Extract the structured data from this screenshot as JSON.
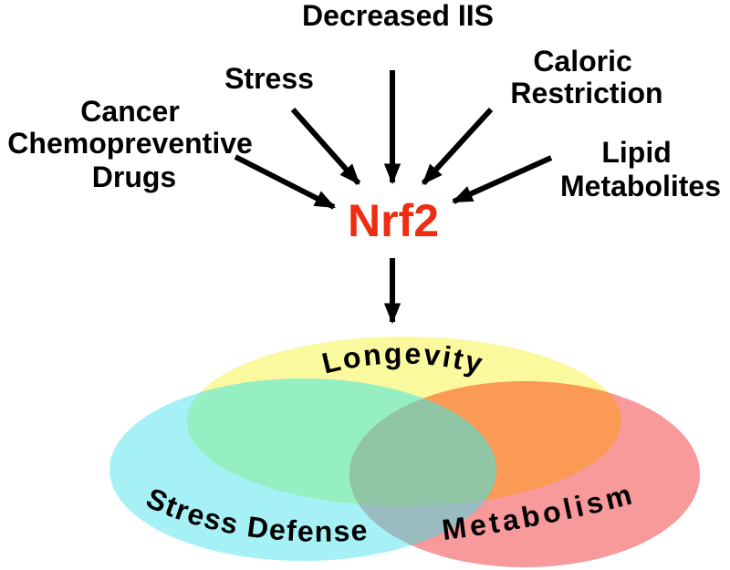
{
  "factors": {
    "decreased_iis": {
      "lines": [
        "Decreased IIS"
      ]
    },
    "stress": {
      "lines": [
        "Stress"
      ]
    },
    "caloric_restriction": {
      "lines": [
        "Caloric",
        "Restriction"
      ]
    },
    "cancer_chemopreventive_drugs": {
      "lines": [
        "Cancer",
        "Chemopreventive",
        "Drugs"
      ]
    },
    "lipid_metabolites": {
      "lines": [
        "Lipid",
        "Metabolites"
      ]
    }
  },
  "center": {
    "label": "Nrf2",
    "color": "#EE2D12"
  },
  "arrows": {
    "color": "#000000"
  },
  "venn": {
    "sets": [
      {
        "id": "longevity",
        "label": "Longevity",
        "color": "#FAF99E"
      },
      {
        "id": "stress_defense",
        "label": "Stress Defense",
        "color": "#A5F1F6"
      },
      {
        "id": "metabolism",
        "label": "Metabolism",
        "color": "#F8999B"
      }
    ],
    "overlaps": {
      "longevity_stress_defense": "#96EFC2",
      "longevity_metabolism": "#FA9A55",
      "stress_defense_metabolism": "#98BCC0",
      "all_three": "#90C5A6"
    },
    "label_color": "#000000"
  }
}
